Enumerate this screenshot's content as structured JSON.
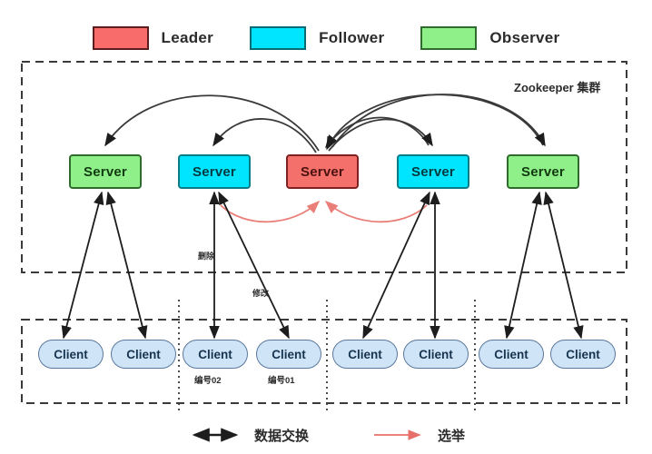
{
  "legend": {
    "items": [
      {
        "label": "Leader",
        "color": "#f4706a",
        "border": "#5b1d1d",
        "role": "leader"
      },
      {
        "label": "Follower",
        "color": "#00e5ff",
        "border": "#0b6b75",
        "role": "follower"
      },
      {
        "label": "Observer",
        "color": "#8ff08a",
        "border": "#2f6b2c",
        "role": "observer"
      }
    ]
  },
  "cluster": {
    "title": "Zookeeper 集群",
    "servers": [
      {
        "label": "Server",
        "role": "observer"
      },
      {
        "label": "Server",
        "role": "follower"
      },
      {
        "label": "Server",
        "role": "leader"
      },
      {
        "label": "Server",
        "role": "follower"
      },
      {
        "label": "Server",
        "role": "observer"
      }
    ]
  },
  "clients": {
    "items": [
      {
        "label": "Client",
        "number": ""
      },
      {
        "label": "Client",
        "number": ""
      },
      {
        "label": "Client",
        "number": "编号02"
      },
      {
        "label": "Client",
        "number": "编号01"
      },
      {
        "label": "Client",
        "number": ""
      },
      {
        "label": "Client",
        "number": ""
      },
      {
        "label": "Client",
        "number": ""
      },
      {
        "label": "Client",
        "number": ""
      }
    ]
  },
  "annotations": {
    "delete": "删除",
    "modify": "修改"
  },
  "bottom_legend": {
    "items": [
      {
        "label": "数据交换",
        "arrow": "double-black",
        "color": "#1d1d1d"
      },
      {
        "label": "选举",
        "arrow": "single-red",
        "color": "#e8706a"
      }
    ]
  },
  "colors": {
    "leader": "#f4706a",
    "follower": "#00e5ff",
    "observer": "#8ff08a",
    "client_fill": "#cfe4f7",
    "client_border": "#5b789b",
    "arrow_black": "#1d1d1d",
    "arrow_red": "#e8706a",
    "dashed_border": "#3a3a3a"
  }
}
